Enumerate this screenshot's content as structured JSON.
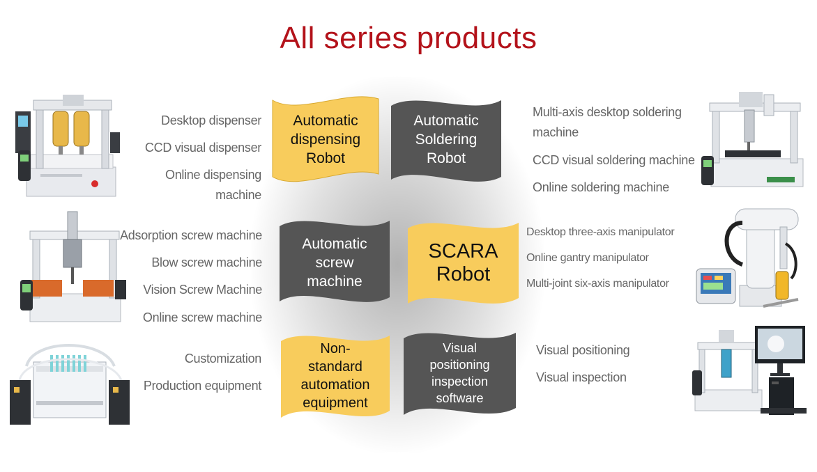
{
  "title": "All series products",
  "colors": {
    "title_red": "#b3121a",
    "banner_yellow": "#f8cc5c",
    "banner_gray": "#555555",
    "label_gray": "#666666"
  },
  "banners": {
    "dispensing": "Automatic\ndispensing\nRobot",
    "soldering": "Automatic\nSoldering\nRobot",
    "screw": "Automatic\nscrew\nmachine",
    "scara": "SCARA\nRobot",
    "nonstandard": "Non-\nstandard\nautomation\nequipment",
    "visual": "Visual\npositioning\ninspection\nsoftware"
  },
  "left_labels": {
    "dispensing": [
      "Desktop dispenser",
      "CCD visual dispenser",
      "Online dispensing machine"
    ],
    "screw": [
      "Adsorption screw machine",
      "Blow screw machine",
      "Vision Screw Machine",
      "Online screw machine"
    ],
    "nonstandard": [
      "Customization",
      "Production equipment"
    ]
  },
  "right_labels": {
    "soldering": [
      "Multi-axis desktop soldering machine",
      "CCD visual soldering machine",
      "Online soldering machine"
    ],
    "scara": [
      "Desktop three-axis manipulator",
      "Online gantry manipulator",
      "Multi-joint six-axis manipulator"
    ],
    "visual": [
      "Visual positioning",
      "Visual inspection"
    ]
  },
  "images": {
    "dispenser": "dispenser-machine-photo",
    "soldering": "soldering-machine-photo",
    "screw": "screw-machine-photo",
    "scara": "scara-robot-photo",
    "custom": "custom-equipment-photo",
    "vision": "vision-system-photo"
  }
}
